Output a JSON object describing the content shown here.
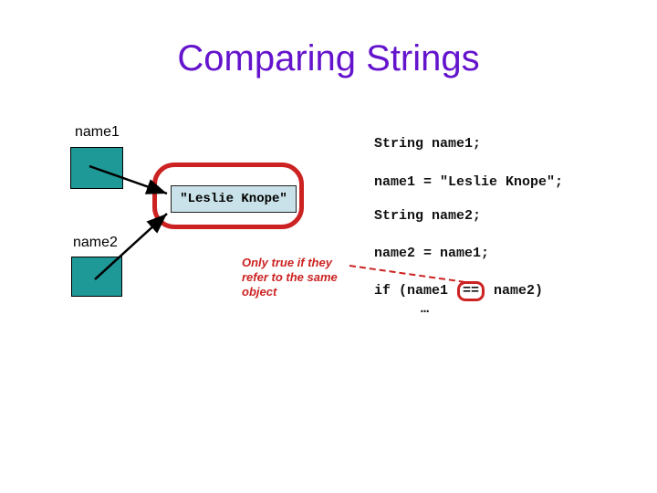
{
  "title": "Comparing Strings",
  "colors": {
    "title": "#6414CC",
    "teal": "#1F9898",
    "value_bg": "#C9E1E8",
    "red": "#CC2222",
    "code": "#111111"
  },
  "diagram": {
    "var1": "name1",
    "var2": "name2",
    "value": "\"Leslie Knope\"",
    "annotation": "Only true if they refer to the same object"
  },
  "code": {
    "line1": "String name1;",
    "line2": "name1 = \"Leslie Knope\";",
    "line3": "String name2;",
    "line4": "name2 = name1;",
    "line5_before": "if (name1 ",
    "line5_op": "==",
    "line5_after": " name2)",
    "line6": "…"
  }
}
